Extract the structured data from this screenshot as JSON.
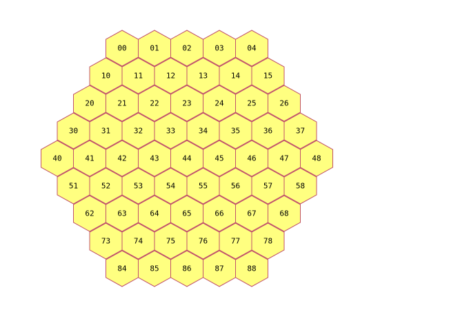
{
  "board": {
    "fill_color": "#ffff80",
    "stroke_color": "#c0506a",
    "label_color": "#000000",
    "rows": [
      [
        "00",
        "01",
        "02",
        "03",
        "04"
      ],
      [
        "10",
        "11",
        "12",
        "13",
        "14",
        "15"
      ],
      [
        "20",
        "21",
        "22",
        "23",
        "24",
        "25",
        "26"
      ],
      [
        "30",
        "31",
        "32",
        "33",
        "34",
        "35",
        "36",
        "37"
      ],
      [
        "40",
        "41",
        "42",
        "43",
        "44",
        "45",
        "46",
        "47",
        "48"
      ],
      [
        "51",
        "52",
        "53",
        "54",
        "55",
        "56",
        "57",
        "58"
      ],
      [
        "62",
        "63",
        "64",
        "65",
        "66",
        "67",
        "68"
      ],
      [
        "73",
        "74",
        "75",
        "76",
        "77",
        "78"
      ],
      [
        "84",
        "85",
        "86",
        "87",
        "88"
      ]
    ]
  }
}
